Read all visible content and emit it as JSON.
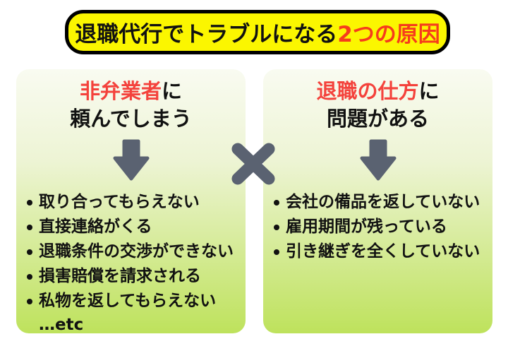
{
  "title_banner": {
    "text_main": "退職代行でトラブルになる",
    "text_accent": "2つの原因"
  },
  "columns": [
    {
      "heading": {
        "accent": "非弁業者",
        "suffix": "に",
        "line2": "頼んでしまう"
      },
      "items": [
        "取り合ってもらえない",
        "直接連絡がくる",
        "退職条件の交渉ができない",
        "損害賠償を請求される",
        "私物を返してもらえない"
      ],
      "footnote": "…etc"
    },
    {
      "heading": {
        "accent": "退職の仕方",
        "suffix": "に",
        "line2": "問題がある"
      },
      "items": [
        "会社の備品を返していない",
        "雇用期間が残っている",
        "引き継ぎを全くしていない"
      ]
    }
  ],
  "icons": {
    "cross": "x-mark",
    "arrow": "down-arrow"
  },
  "colors": {
    "banner_yellow": "#fbf600",
    "banner_border": "#000000",
    "title_accent_red": "#f63c1c",
    "heading_accent_red": "#f4423c",
    "panel_gradient_top": "#f9fbf1",
    "panel_gradient_bottom": "#bee25c",
    "icon_gray": "#5a6271",
    "text_black": "#111111"
  }
}
